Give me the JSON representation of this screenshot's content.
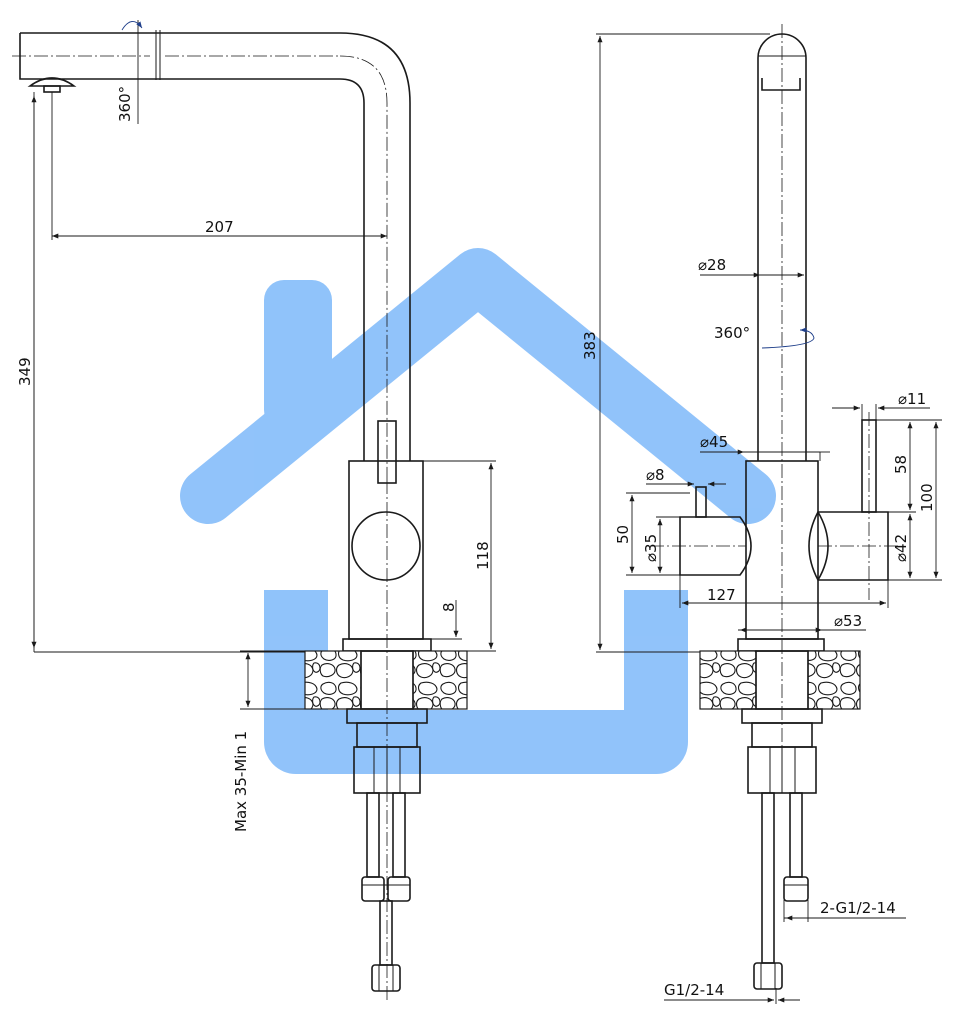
{
  "watermark": {
    "color": "#85bdfa"
  },
  "colors": {
    "line": "#1a1a1a",
    "dimension_accent": "#1f3f8a"
  },
  "side_view": {
    "rotation_label": "360°",
    "reach_label": "207",
    "height_label": "349",
    "body_height_label": "118",
    "base_gap_label": "8",
    "deck_thickness_label": "Max 35-Min 1"
  },
  "front_view": {
    "total_height_label": "383",
    "spout_dia_label": "⌀28",
    "rotation_label": "360°",
    "handle_dia_label": "⌀11",
    "body_dia_label": "⌀45",
    "outlet_dia_label": "⌀8",
    "lever_height_label": "58",
    "handle_height_label": "100",
    "outlet_height_label": "50",
    "outlet_body_dia_label": "⌀35",
    "lever_body_dia_label": "⌀42",
    "width_label": "127",
    "base_dia_label": "⌀53",
    "hose_thread_label_1": "2-G1/2-14",
    "hose_thread_label_2": "G1/2-14"
  }
}
